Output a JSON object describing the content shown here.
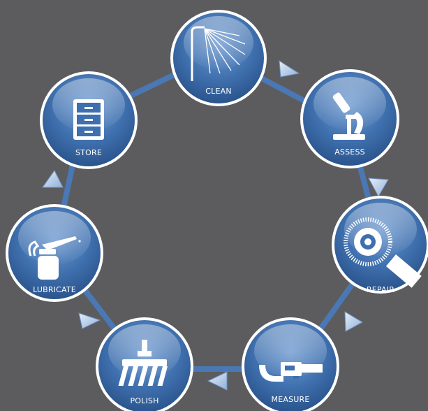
{
  "cycle": {
    "steps": [
      {
        "id": "clean",
        "label": "CLEAN",
        "icon": "shower-icon"
      },
      {
        "id": "assess",
        "label": "ASSESS",
        "icon": "microscope-icon"
      },
      {
        "id": "repair",
        "label": "REPAIR",
        "icon": "wire-wheel-brush-icon"
      },
      {
        "id": "measure",
        "label": "MEASURE",
        "icon": "micrometer-icon"
      },
      {
        "id": "polish",
        "label": "POLISH",
        "icon": "polishing-brush-icon"
      },
      {
        "id": "lubricate",
        "label": "LUBRICATE",
        "icon": "oil-can-icon"
      },
      {
        "id": "store",
        "label": "STORE",
        "icon": "storage-cabinet-icon"
      }
    ]
  },
  "colors": {
    "background": "#5c5c5e",
    "node_fill": "#3e6fae",
    "node_rim": "#ffffff",
    "connector": "#4a78b4",
    "arrow": "#b9d0ec",
    "label": "#ffffff"
  }
}
